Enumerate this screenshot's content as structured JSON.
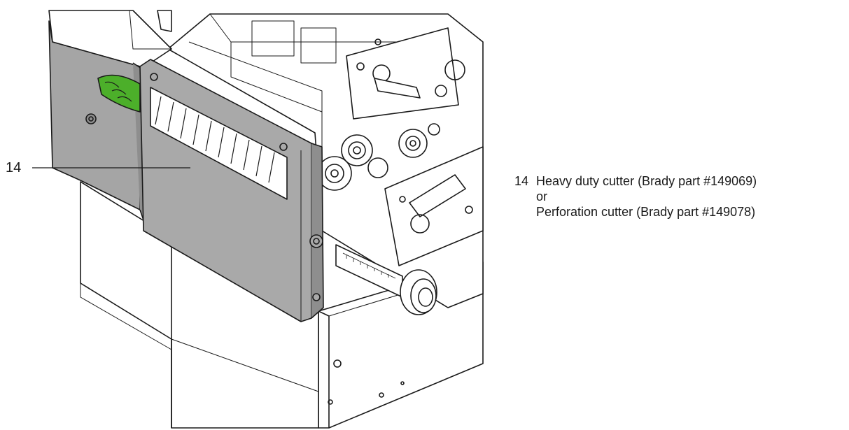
{
  "callout": {
    "number": "14"
  },
  "legend": {
    "number": "14",
    "line1": "Heavy duty cutter (Brady part #149069)",
    "line2": "or",
    "line3": "Perforation cutter (Brady part #149078)"
  },
  "colors": {
    "housing": "#a5a5a5",
    "housing_dark": "#8e8e8e",
    "cutter_plate": "#a9a9a9",
    "lever_green": "#4caf2a",
    "outline": "#1a1a1a",
    "background": "#ffffff"
  }
}
